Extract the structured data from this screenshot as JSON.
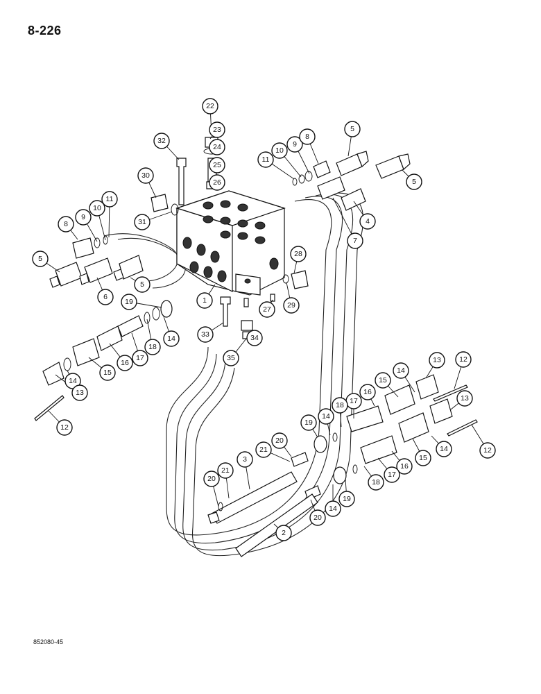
{
  "page_number": "8-226",
  "figure_code": "852080-45",
  "callouts": [
    {
      "label": "22"
    },
    {
      "label": "23"
    },
    {
      "label": "24"
    },
    {
      "label": "25"
    },
    {
      "label": "26"
    },
    {
      "label": "32"
    },
    {
      "label": "30"
    },
    {
      "label": "31"
    },
    {
      "label": "11"
    },
    {
      "label": "10"
    },
    {
      "label": "9"
    },
    {
      "label": "8"
    },
    {
      "label": "5"
    },
    {
      "label": "5"
    },
    {
      "label": "4"
    },
    {
      "label": "7"
    },
    {
      "label": "8"
    },
    {
      "label": "9"
    },
    {
      "label": "10"
    },
    {
      "label": "11"
    },
    {
      "label": "5"
    },
    {
      "label": "6"
    },
    {
      "label": "5"
    },
    {
      "label": "28"
    },
    {
      "label": "29"
    },
    {
      "label": "1"
    },
    {
      "label": "19"
    },
    {
      "label": "14"
    },
    {
      "label": "27"
    },
    {
      "label": "33"
    },
    {
      "label": "34"
    },
    {
      "label": "35"
    },
    {
      "label": "18"
    },
    {
      "label": "17"
    },
    {
      "label": "16"
    },
    {
      "label": "15"
    },
    {
      "label": "14"
    },
    {
      "label": "13"
    },
    {
      "label": "12"
    },
    {
      "label": "12"
    },
    {
      "label": "13"
    },
    {
      "label": "14"
    },
    {
      "label": "15"
    },
    {
      "label": "16"
    },
    {
      "label": "17"
    },
    {
      "label": "18"
    },
    {
      "label": "14"
    },
    {
      "label": "19"
    },
    {
      "label": "20"
    },
    {
      "label": "21"
    },
    {
      "label": "13"
    },
    {
      "label": "12"
    },
    {
      "label": "3"
    },
    {
      "label": "20"
    },
    {
      "label": "21"
    },
    {
      "label": "14"
    },
    {
      "label": "15"
    },
    {
      "label": "16"
    },
    {
      "label": "17"
    },
    {
      "label": "18"
    },
    {
      "label": "14"
    },
    {
      "label": "19"
    },
    {
      "label": "20"
    },
    {
      "label": "2"
    }
  ]
}
